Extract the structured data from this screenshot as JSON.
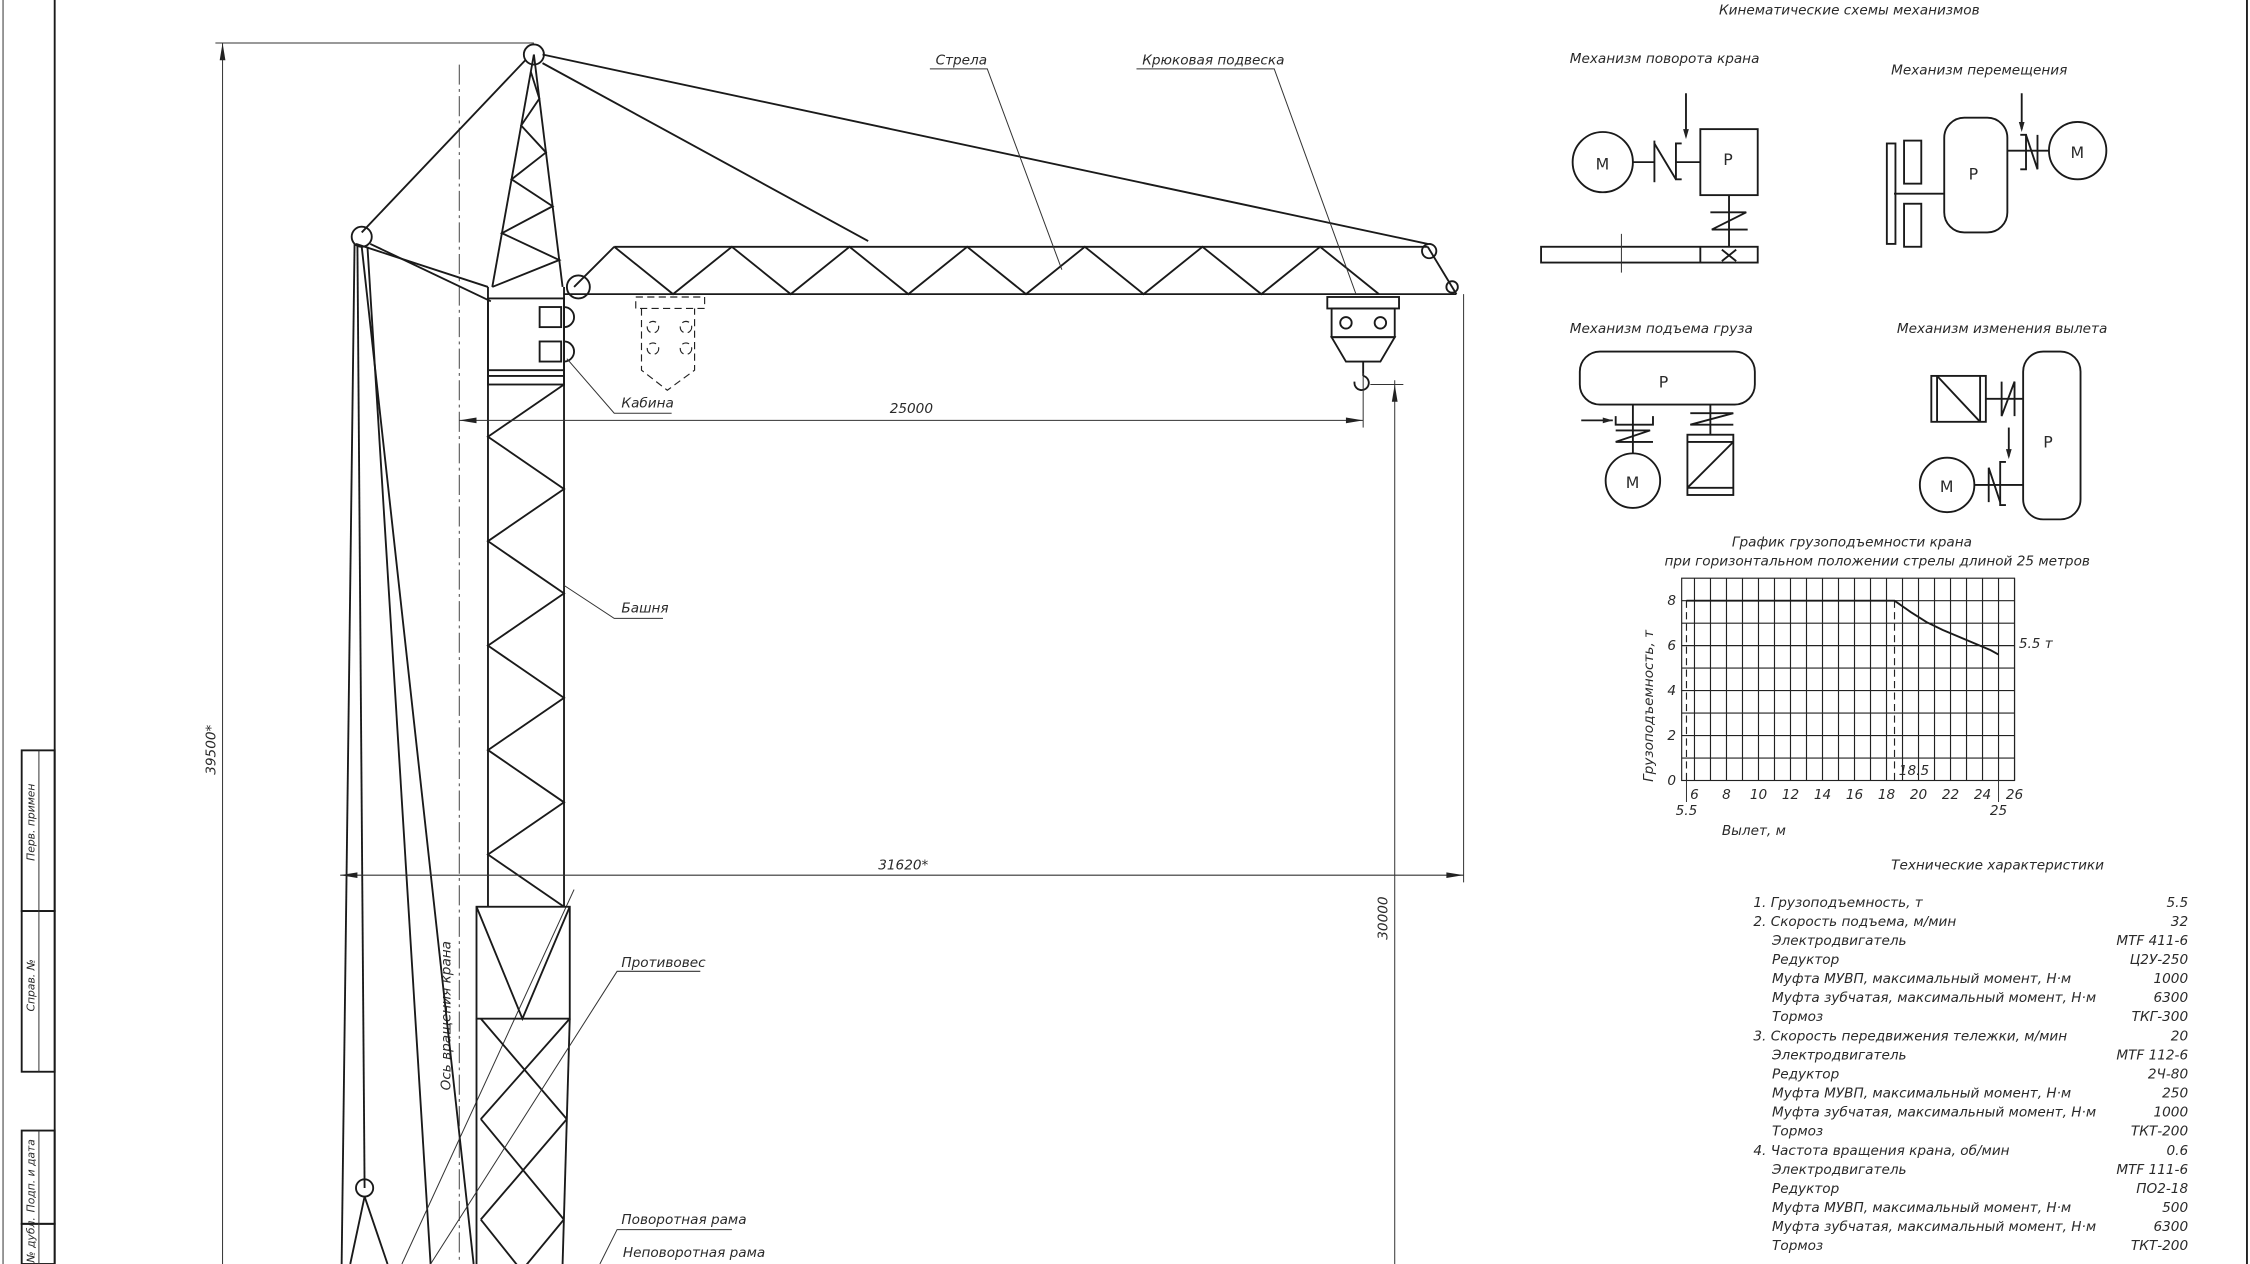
{
  "title_kinematic": "Кинематические схемы механизмов",
  "mechanisms": {
    "rotation": "Механизм поворота крана",
    "travel": "Механизм перемещения",
    "hoist": "Механизм подъема груза",
    "luffing": "Механизм изменения вылета",
    "motor_symbol": "М",
    "reducer_symbol": "Р"
  },
  "crane_labels": {
    "jib": "Стрела",
    "hook": "Крюковая подвеска",
    "cabin": "Кабина",
    "tower": "Башня",
    "counterweight": "Противовес",
    "rotating_frame": "Поворотная рама",
    "fixed_frame": "Неповоротная рама",
    "rotation_axis": "Ось вращения крана"
  },
  "dimensions": {
    "height": "39500*",
    "reach": "25000",
    "span": "31620*",
    "hook_height": "30000"
  },
  "stamp": {
    "perv_primen": "Перв. примен",
    "sprav_no": "Справ. №",
    "podp_data": "Подп. и дата",
    "inv_dubl": "№ дубл."
  },
  "chart_data": {
    "type": "line",
    "title": "График грузоподъемности крана",
    "subtitle": "при горизонтальном положении стрелы длиной 25 метров",
    "xlabel": "Вылет, м",
    "ylabel": "Грузоподъемность, т",
    "xlim": [
      5.2,
      26
    ],
    "ylim": [
      0,
      9
    ],
    "x_ticks": [
      "5.5",
      "6",
      "8",
      "10",
      "12",
      "14",
      "16",
      "18",
      "20",
      "22",
      "24",
      "25",
      "26"
    ],
    "x_tick_values": [
      5.5,
      6,
      8,
      10,
      12,
      14,
      16,
      18,
      20,
      22,
      24,
      25,
      26
    ],
    "y_ticks": [
      0,
      2,
      4,
      6,
      8
    ],
    "grid": true,
    "series": [
      {
        "name": "Грузоподъемность",
        "x": [
          5.5,
          18.5,
          19.5,
          20.5,
          21.5,
          22.5,
          23.5,
          24.5,
          25
        ],
        "y": [
          8,
          8,
          7.5,
          7.05,
          6.7,
          6.4,
          6.1,
          5.8,
          5.6
        ]
      }
    ],
    "annotations": [
      {
        "text": "5.5 т",
        "x": 25,
        "y": 5.5
      },
      {
        "text": "18.5",
        "x": 18.5,
        "y": 0
      }
    ],
    "reference_lines_x": [
      5.5,
      18.5
    ]
  },
  "specs": {
    "title": "Технические характеристики",
    "rows": [
      {
        "label": "1. Грузоподъемность, т",
        "value": "5.5",
        "sub": false
      },
      {
        "label": "2. Скорость подъема, м/мин",
        "value": "32",
        "sub": false
      },
      {
        "label": "Электродвигатель",
        "value": "MTF 411-6",
        "sub": true
      },
      {
        "label": "Редуктор",
        "value": "Ц2У-250",
        "sub": true
      },
      {
        "label": "Муфта МУВП, максимальный момент, Н·м",
        "value": "1000",
        "sub": true
      },
      {
        "label": "Муфта зубчатая, максимальный момент, Н·м",
        "value": "6300",
        "sub": true
      },
      {
        "label": "Тормоз",
        "value": "ТКГ-300",
        "sub": true
      },
      {
        "label": "3. Скорость передвижения тележки, м/мин",
        "value": "20",
        "sub": false
      },
      {
        "label": "Электродвигатель",
        "value": "MTF 112-6",
        "sub": true
      },
      {
        "label": "Редуктор",
        "value": "2Ч-80",
        "sub": true
      },
      {
        "label": "Муфта МУВП, максимальный момент, Н·м",
        "value": "250",
        "sub": true
      },
      {
        "label": "Муфта зубчатая, максимальный момент, Н·м",
        "value": "1000",
        "sub": true
      },
      {
        "label": "Тормоз",
        "value": "ТКТ-200",
        "sub": true
      },
      {
        "label": "4. Частота вращения крана, об/мин",
        "value": "0.6",
        "sub": false
      },
      {
        "label": "Электродвигатель",
        "value": "MTF 111-6",
        "sub": true
      },
      {
        "label": "Редуктор",
        "value": "ПО2-18",
        "sub": true
      },
      {
        "label": "Муфта МУВП, максимальный момент, Н·м",
        "value": "500",
        "sub": true
      },
      {
        "label": "Муфта зубчатая, максимальный момент, Н·м",
        "value": "6300",
        "sub": true
      },
      {
        "label": "Тормоз",
        "value": "ТКТ-200",
        "sub": true
      }
    ]
  }
}
